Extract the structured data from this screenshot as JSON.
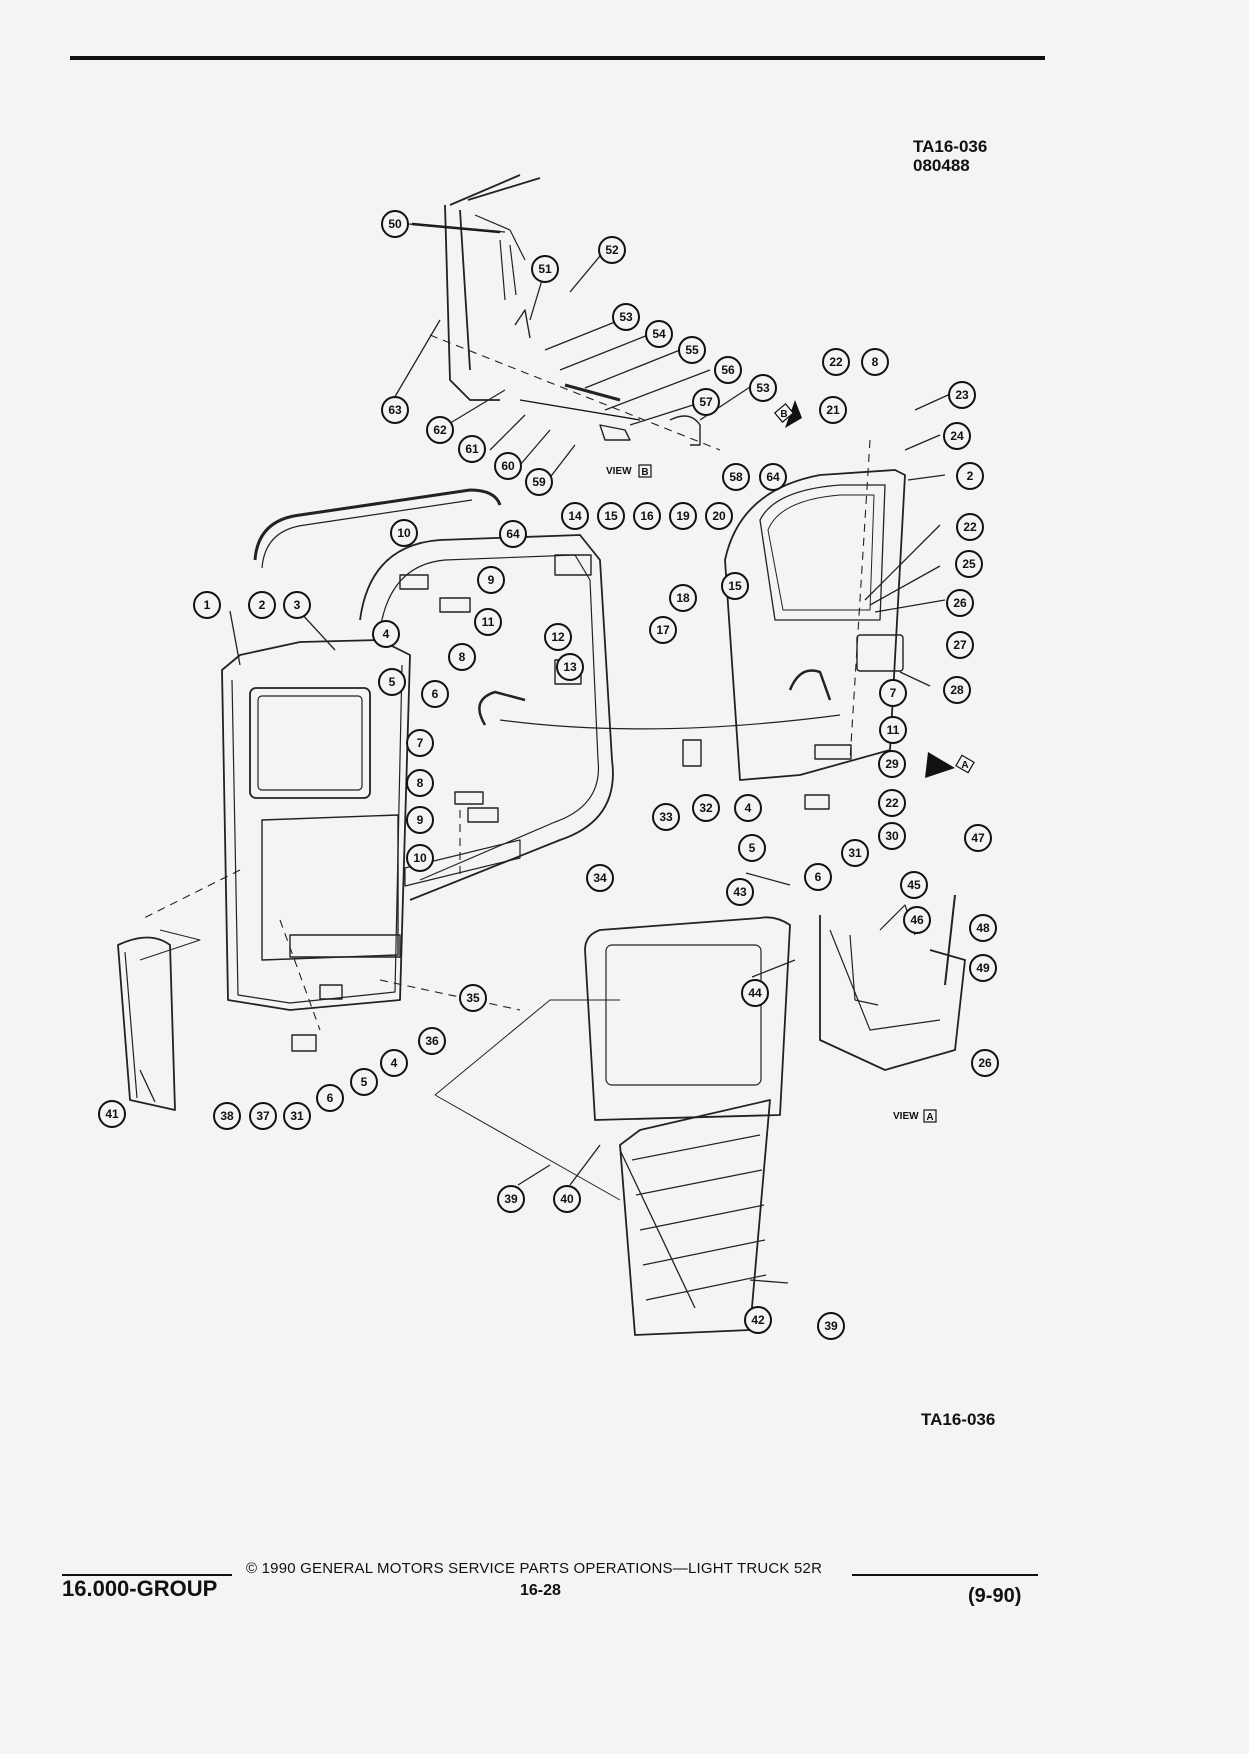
{
  "figure": {
    "id": "TA16-036",
    "date_code": "080488",
    "bottom_id": "TA16-036"
  },
  "view_labels": {
    "view_a": "VIEW",
    "view_a_letter": "A",
    "view_b": "VIEW",
    "view_b_letter": "B",
    "arrow_a_letter": "A",
    "arrow_b_letter": "B"
  },
  "callouts": [
    "1",
    "2",
    "3",
    "4",
    "5",
    "6",
    "7",
    "8",
    "9",
    "10",
    "11",
    "12",
    "13",
    "14",
    "15",
    "16",
    "17",
    "18",
    "19",
    "20",
    "21",
    "22",
    "23",
    "24",
    "25",
    "26",
    "27",
    "28",
    "29",
    "30",
    "31",
    "32",
    "33",
    "34",
    "35",
    "36",
    "37",
    "38",
    "39",
    "40",
    "41",
    "42",
    "43",
    "44",
    "45",
    "46",
    "47",
    "48",
    "49",
    "50",
    "51",
    "52",
    "53",
    "54",
    "55",
    "56",
    "57",
    "58",
    "59",
    "60",
    "61",
    "62",
    "63",
    "64"
  ],
  "footer": {
    "group": "16.000-GROUP",
    "copyright": "© 1990 GENERAL MOTORS SERVICE PARTS OPERATIONS—LIGHT TRUCK 52R",
    "page_number": "16-28",
    "revision_date": "(9-90)"
  }
}
